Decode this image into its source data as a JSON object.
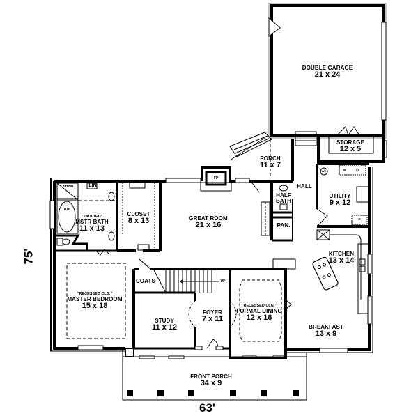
{
  "plan": {
    "overall_width": "63'",
    "overall_depth": "75'"
  },
  "rooms": {
    "garage": {
      "name": "DOUBLE GARAGE",
      "size": "21 x 24"
    },
    "storage": {
      "name": "STORAGE",
      "size": "12 x 5"
    },
    "porch": {
      "name": "PORCH",
      "size": "11 x 7"
    },
    "hall": {
      "name": "HALL"
    },
    "utility": {
      "name": "UTILITY",
      "size": "9 x 12"
    },
    "half_bath": {
      "name": "HALF BATH"
    },
    "pantry": {
      "name": "PAN."
    },
    "great_room": {
      "name": "GREAT ROOM",
      "size": "21 x 16"
    },
    "closet": {
      "name": "CLOSET",
      "size": "8 x 13"
    },
    "mstr_bath": {
      "note": "\"VAULTED\"",
      "name": "MSTR BATH",
      "size": "11 x 13"
    },
    "master_bedroom": {
      "note": "\"RECESSED CLG.\"",
      "name": "MASTER BEDROOM",
      "size": "15 x 18"
    },
    "coats": {
      "name": "COATS"
    },
    "study": {
      "name": "STUDY",
      "size": "11 x 12"
    },
    "foyer": {
      "name": "FOYER",
      "size": "7 x 11"
    },
    "formal_dining": {
      "note": "\"RECESSED CLG.\"",
      "name": "FORMAL DINING",
      "size": "12 x 16"
    },
    "kitchen": {
      "name": "KITCHEN",
      "size": "13 x 14"
    },
    "breakfast": {
      "name": "BREAKFAST",
      "size": "13 x 9"
    },
    "front_porch": {
      "name": "FRONT PORCH",
      "size": "34 x 9"
    }
  },
  "fixtures": {
    "shower": "SHWR",
    "linen": "LIN",
    "tub": "TUB",
    "fireplace": "FP",
    "water_heater": "WH",
    "washer": "W",
    "dryer": "D",
    "fridge": "F",
    "stairs_up": "UP"
  }
}
